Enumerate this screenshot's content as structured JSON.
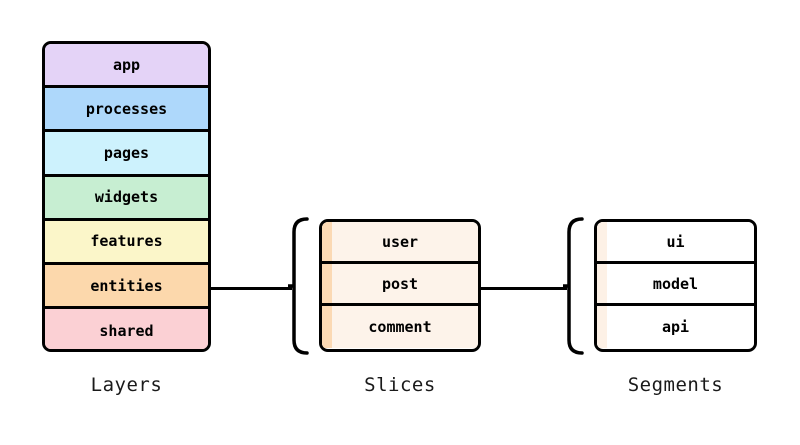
{
  "diagram": {
    "columns": [
      {
        "id": "layers",
        "caption": "Layers",
        "rows": [
          {
            "label": "app",
            "color": "#e4d3f7"
          },
          {
            "label": "processes",
            "color": "#aed8fb"
          },
          {
            "label": "pages",
            "color": "#cdf2fd"
          },
          {
            "label": "widgets",
            "color": "#c7eed2"
          },
          {
            "label": "features",
            "color": "#fbf6c9"
          },
          {
            "label": "entities",
            "color": "#fcd8ac"
          },
          {
            "label": "shared",
            "color": "#fbd0d4"
          }
        ]
      },
      {
        "id": "slices",
        "caption": "Slices",
        "rows": [
          {
            "label": "user",
            "color": "#fdf3ea"
          },
          {
            "label": "post",
            "color": "#fdf3ea"
          },
          {
            "label": "comment",
            "color": "#fdf3ea"
          }
        ]
      },
      {
        "id": "segments",
        "caption": "Segments",
        "rows": [
          {
            "label": "ui",
            "color": "#ffffff"
          },
          {
            "label": "model",
            "color": "#ffffff"
          },
          {
            "label": "api",
            "color": "#ffffff"
          }
        ]
      }
    ],
    "connectors": [
      {
        "id": "layers-to-slices",
        "from": "entities",
        "to": "slices"
      },
      {
        "id": "slices-to-segments",
        "from": "post",
        "to": "segments"
      }
    ],
    "colors": {
      "stroke": "#000000",
      "background": "#ffffff",
      "slice_accent": "#fbd9b4",
      "segment_accent": "#fdf1e6"
    }
  }
}
